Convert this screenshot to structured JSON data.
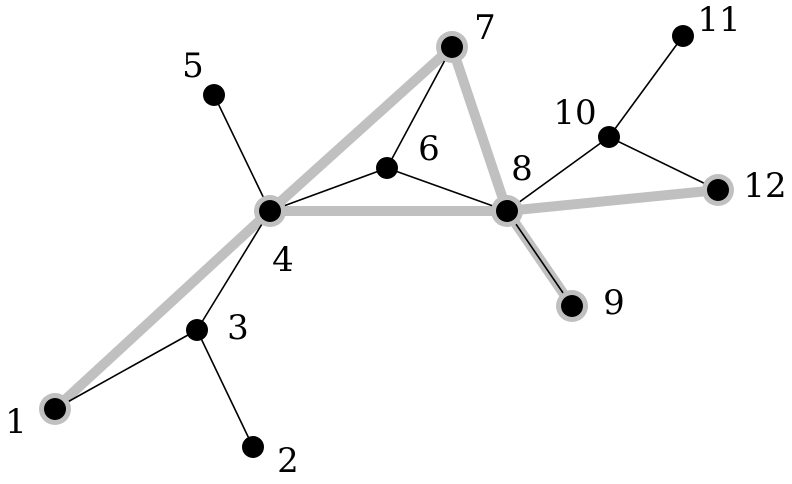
{
  "graph": {
    "nodes": [
      {
        "id": "1",
        "label": "1",
        "highlighted": true
      },
      {
        "id": "2",
        "label": "2",
        "highlighted": false
      },
      {
        "id": "3",
        "label": "3",
        "highlighted": false
      },
      {
        "id": "4",
        "label": "4",
        "highlighted": true
      },
      {
        "id": "5",
        "label": "5",
        "highlighted": false
      },
      {
        "id": "6",
        "label": "6",
        "highlighted": false
      },
      {
        "id": "7",
        "label": "7",
        "highlighted": true
      },
      {
        "id": "8",
        "label": "8",
        "highlighted": true
      },
      {
        "id": "9",
        "label": "9",
        "highlighted": true
      },
      {
        "id": "10",
        "label": "10",
        "highlighted": false
      },
      {
        "id": "11",
        "label": "11",
        "highlighted": false
      },
      {
        "id": "12",
        "label": "12",
        "highlighted": true
      }
    ],
    "edges": [
      {
        "from": "1",
        "to": "3"
      },
      {
        "from": "3",
        "to": "2"
      },
      {
        "from": "3",
        "to": "4"
      },
      {
        "from": "4",
        "to": "5"
      },
      {
        "from": "4",
        "to": "6"
      },
      {
        "from": "6",
        "to": "7"
      },
      {
        "from": "6",
        "to": "8"
      },
      {
        "from": "8",
        "to": "9"
      },
      {
        "from": "8",
        "to": "10"
      },
      {
        "from": "10",
        "to": "11"
      },
      {
        "from": "10",
        "to": "12"
      }
    ],
    "highlighted_edges": [
      {
        "from": "1",
        "to": "4"
      },
      {
        "from": "4",
        "to": "7"
      },
      {
        "from": "7",
        "to": "8"
      },
      {
        "from": "4",
        "to": "8"
      },
      {
        "from": "8",
        "to": "9"
      },
      {
        "from": "8",
        "to": "12"
      }
    ],
    "colors": {
      "node": "#000000",
      "edge": "#000000",
      "highlight": "#c0c0c0",
      "background": "#ffffff"
    }
  }
}
